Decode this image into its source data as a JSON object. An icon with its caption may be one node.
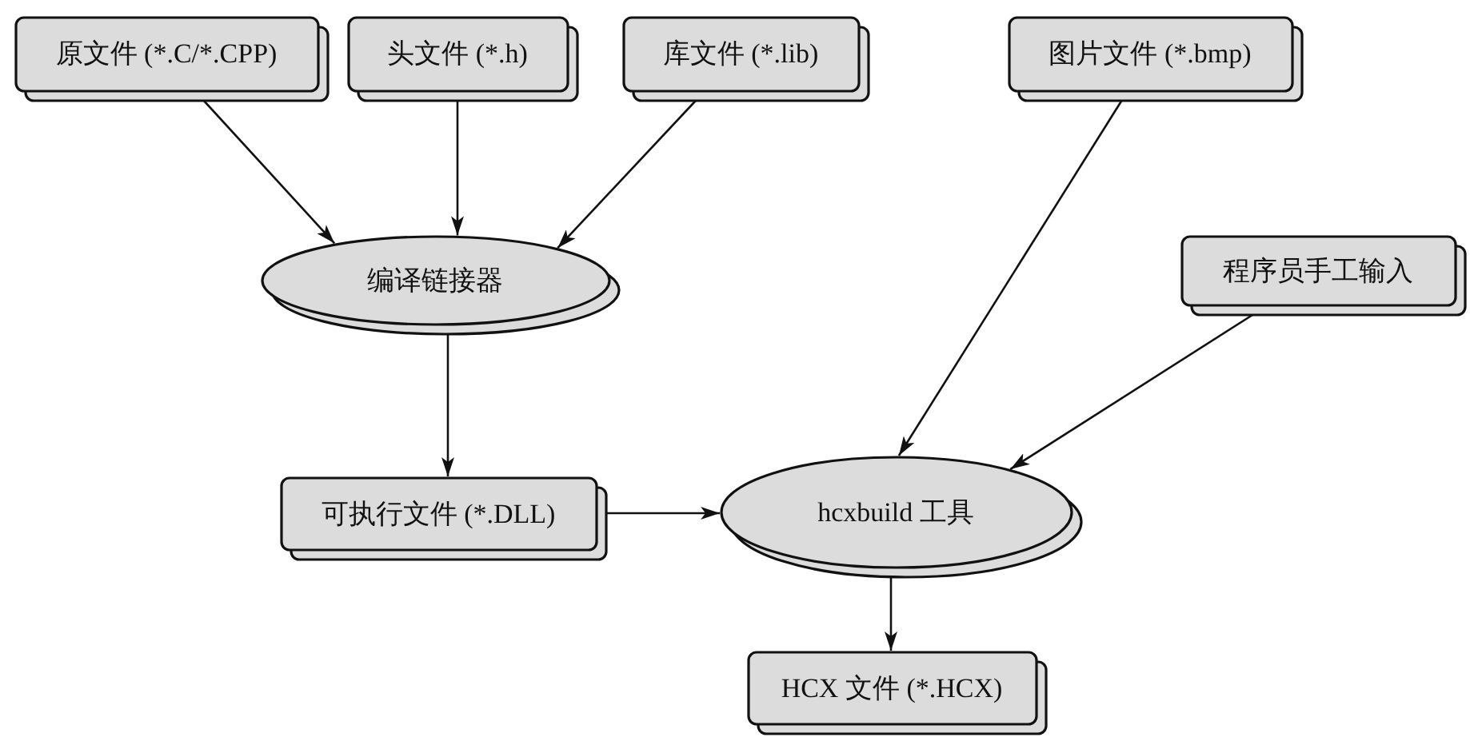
{
  "diagram": {
    "nodes": [
      {
        "text": [
          "原文件 (*.C/*.CPP)"
        ]
      },
      {
        "text": [
          "头文件 (*.h)"
        ]
      },
      {
        "text": [
          "库文件 (*.lib)"
        ]
      },
      {
        "text": [
          "图片文件 (*.bmp)"
        ]
      },
      {
        "text": [
          "编译链接器"
        ]
      },
      {
        "text": [
          "程序员手工输入"
        ]
      },
      {
        "text": [
          "可执行文件 (*.DLL)"
        ]
      },
      {
        "text": [
          "hcxbuild 工具"
        ]
      },
      {
        "text": [
          "HCX 文件 (*.HCX)"
        ]
      }
    ],
    "edges": [
      {
        "from": 0,
        "to": 4,
        "arrow": "to"
      },
      {
        "from": 1,
        "to": 4,
        "arrow": "to"
      },
      {
        "from": 2,
        "to": 4,
        "arrow": "to"
      },
      {
        "from": 4,
        "to": 6,
        "arrow": "to"
      },
      {
        "from": 3,
        "to": 7,
        "arrow": "to"
      },
      {
        "from": 5,
        "to": 7,
        "arrow": "to"
      },
      {
        "from": 6,
        "to": 7,
        "arrow": "to"
      },
      {
        "from": 7,
        "to": 8,
        "arrow": "to"
      }
    ]
  }
}
